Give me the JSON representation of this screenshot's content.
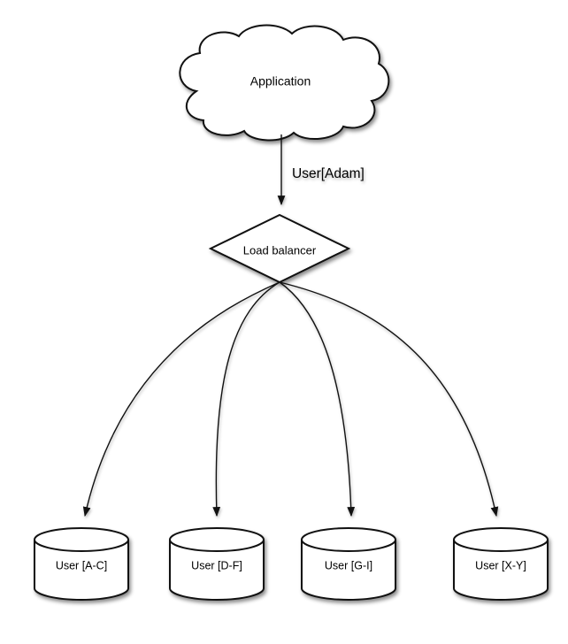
{
  "diagram": {
    "nodes": {
      "application": {
        "label": "Application",
        "shape": "cloud"
      },
      "load_balancer": {
        "label": "Load balancer",
        "shape": "diamond"
      },
      "shards": [
        {
          "label": "User [A-C]",
          "shape": "cylinder"
        },
        {
          "label": "User [D-F]",
          "shape": "cylinder"
        },
        {
          "label": "User [G-I]",
          "shape": "cylinder"
        },
        {
          "label": "User [X-Y]",
          "shape": "cylinder"
        }
      ]
    },
    "edges": {
      "app_to_lb": {
        "label": "User[Adam]"
      }
    },
    "colors": {
      "stroke": "#111111",
      "shape_fill": "#ffffff",
      "text": "#000000",
      "background": "#ffffff"
    }
  }
}
